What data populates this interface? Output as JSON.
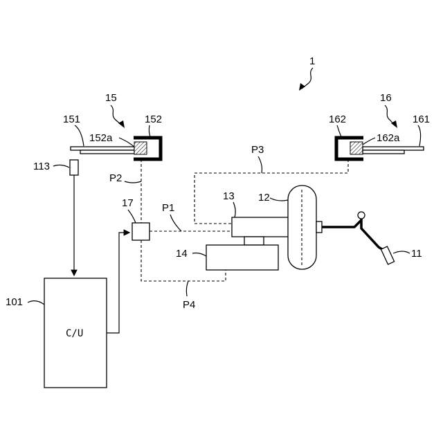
{
  "labels": {
    "system": "1",
    "unit_15": "15",
    "unit_16": "16",
    "l151": "151",
    "l152": "152",
    "l152a": "152a",
    "l161": "161",
    "l162": "162",
    "l162a": "162a",
    "l113": "113",
    "l17": "17",
    "l13": "13",
    "l12": "12",
    "l14": "14",
    "l11": "11",
    "l101": "101",
    "cu": "C/U",
    "p1": "P1",
    "p2": "P2",
    "p3": "P3",
    "p4": "P4"
  }
}
